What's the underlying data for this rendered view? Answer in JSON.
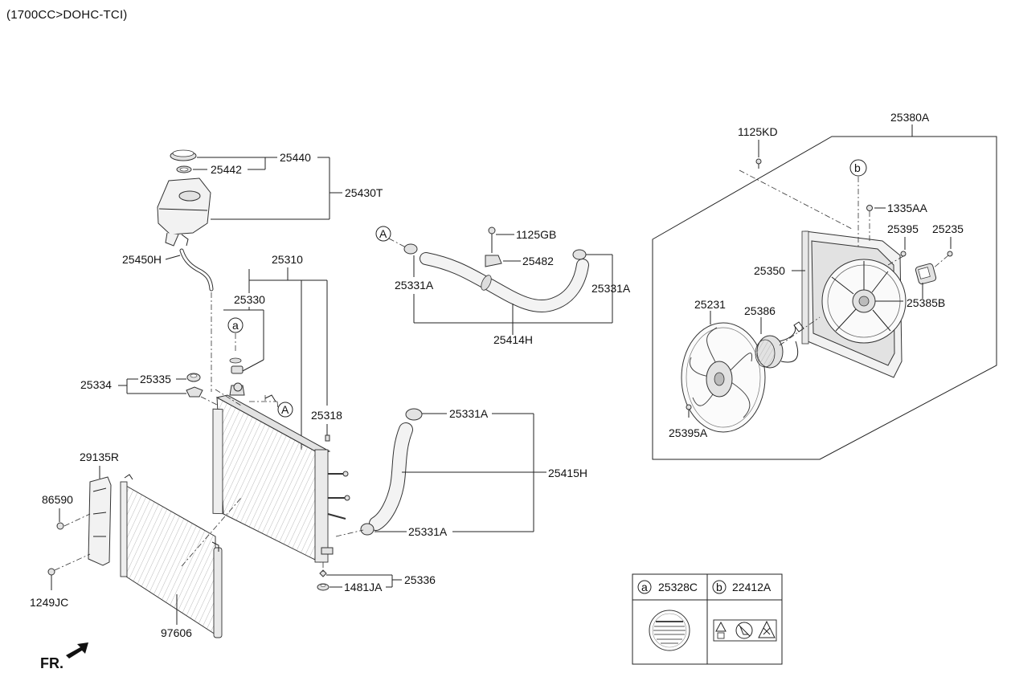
{
  "header": "(1700CC>DOHC-TCI)",
  "labels": {
    "p25380A": "25380A",
    "p1125KD": "1125KD",
    "pB": "b",
    "p1335AA": "1335AA",
    "p25395": "25395",
    "p25235": "25235",
    "p25350": "25350",
    "p25385B": "25385B",
    "p25231": "25231",
    "p25386": "25386",
    "p25395A": "25395A",
    "p25440": "25440",
    "p25442": "25442",
    "p25430T": "25430T",
    "p25450H": "25450H",
    "p25310": "25310",
    "p25330": "25330",
    "pA_small": "a",
    "p25334": "25334",
    "p25335": "25335",
    "p25318": "25318",
    "pA_ref1": "A",
    "pA_ref2": "A",
    "p1125GB": "1125GB",
    "p25482": "25482",
    "p25331A_1": "25331A",
    "p25331A_2": "25331A",
    "p25414H": "25414H",
    "p25331A_3": "25331A",
    "p25415H": "25415H",
    "p25331A_4": "25331A",
    "p29135R": "29135R",
    "p86590": "86590",
    "p1249JC": "1249JC",
    "p97606": "97606",
    "p25336": "25336",
    "p1481JA": "1481JA",
    "fr": "FR."
  },
  "legend": {
    "a_letter": "a",
    "a_part": "25328C",
    "b_letter": "b",
    "b_part": "22412A"
  }
}
